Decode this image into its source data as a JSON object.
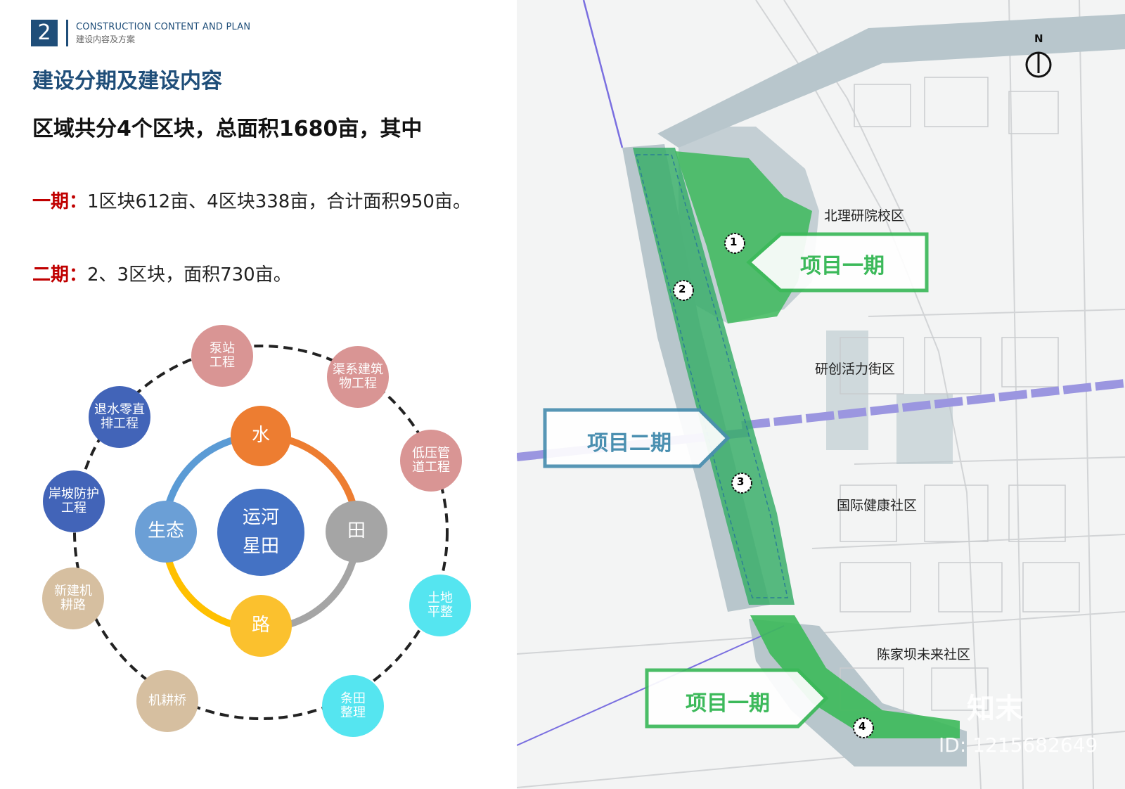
{
  "header": {
    "section_number": "2",
    "section_en": "CONSTRUCTION CONTENT AND PLAN",
    "section_cn": "建设内容及方案"
  },
  "title": "建设分期及建设内容",
  "subtitle": "区域共分4个区块，总面积1680亩，其中",
  "phases": [
    {
      "label": "一期：",
      "text": "1区块612亩、4区块338亩，合计面积950亩。"
    },
    {
      "label": "二期：",
      "text": "2、3区块，面积730亩。"
    }
  ],
  "diagram": {
    "center": {
      "line1": "运河",
      "line2": "星田",
      "color": "#4472c4"
    },
    "middle": [
      {
        "label": "水",
        "color": "#ed7d31"
      },
      {
        "label": "田",
        "color": "#a5a5a5"
      },
      {
        "label": "路",
        "color": "#ffc000"
      },
      {
        "label": "生态",
        "color": "#5b9bd5"
      }
    ],
    "outer": [
      {
        "line1": "泵站",
        "line2": "工程",
        "color": "#d99594"
      },
      {
        "line1": "渠系建筑",
        "line2": "物工程",
        "color": "#d99594"
      },
      {
        "line1": "低压管",
        "line2": "道工程",
        "color": "#d99594"
      },
      {
        "line1": "土地",
        "line2": "平整",
        "color": "#55e5f0"
      },
      {
        "line1": "条田",
        "line2": "整理",
        "color": "#55e5f0"
      },
      {
        "line1": "机耕桥",
        "line2": "",
        "color": "#d6bfa0"
      },
      {
        "line1": "新建机",
        "line2": "耕路",
        "color": "#d6bfa0"
      },
      {
        "line1": "岸坡防护",
        "line2": "工程",
        "color": "#4264b8"
      },
      {
        "line1": "退水零直",
        "line2": "排工程",
        "color": "#4264b8"
      }
    ]
  },
  "map": {
    "north": "N",
    "blocks": [
      "1",
      "2",
      "3",
      "4"
    ],
    "areas": [
      "北理研院校区",
      "研创活力街区",
      "国际健康社区",
      "陈家坝未来社区"
    ],
    "callouts": [
      {
        "label": "项目一期",
        "color": "#3cb95a"
      },
      {
        "label": "项目二期",
        "color": "#4a8fb0"
      },
      {
        "label": "项目一期",
        "color": "#3cb95a"
      }
    ],
    "watermark": "知末",
    "id_text": "ID: 1215682649"
  }
}
